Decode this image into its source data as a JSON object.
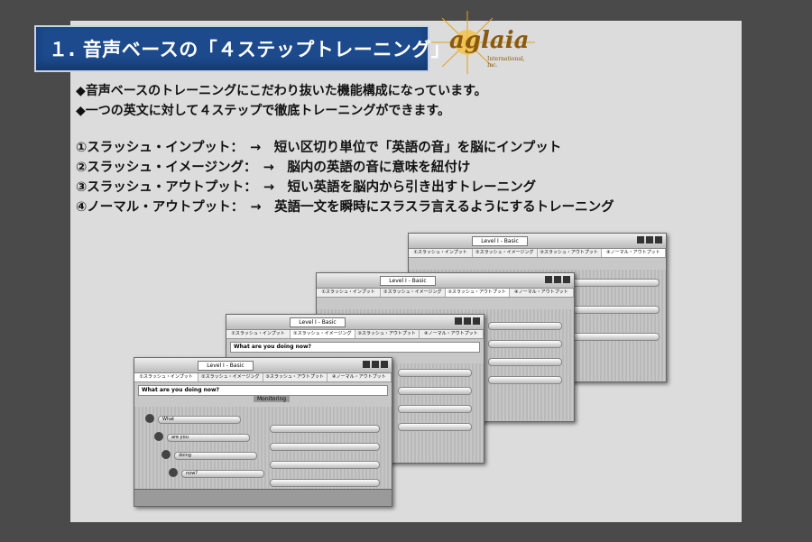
{
  "title": "１. 音声ベースの「４ステップトレーニング」",
  "logo": {
    "word": "aglaia",
    "sub": "International, Inc."
  },
  "features": [
    "◆音声ベースのトレーニングにこだわり抜いた機能構成になっています。",
    "◆一つの英文に対して４ステップで徹底トレーニングができます。"
  ],
  "steps": [
    "①スラッシュ・インプット：　→　短い区切り単位で「英語の音」を脳にインプット",
    "②スラッシュ・イメージング：　→　脳内の英語の音に意味を紐付け",
    "③スラッシュ・アウトプット：　→　短い英語を脳内から引き出すトレーニング",
    "④ノーマル・アウトプット：　→　英語一文を瞬時にスラスラ言えるようにするトレーニング"
  ],
  "app": {
    "level": "Level Ⅰ - Basic",
    "tabs": [
      "①スラッシュ・インプット",
      "②スラッシュ・イメージング",
      "③スラッシュ・アウトプット",
      "④ノーマル・アウトプット"
    ],
    "question": "What are you doing now?",
    "chunks": [
      "What",
      "are you",
      "doing",
      "now?"
    ],
    "monitoring": "Monitoring"
  }
}
